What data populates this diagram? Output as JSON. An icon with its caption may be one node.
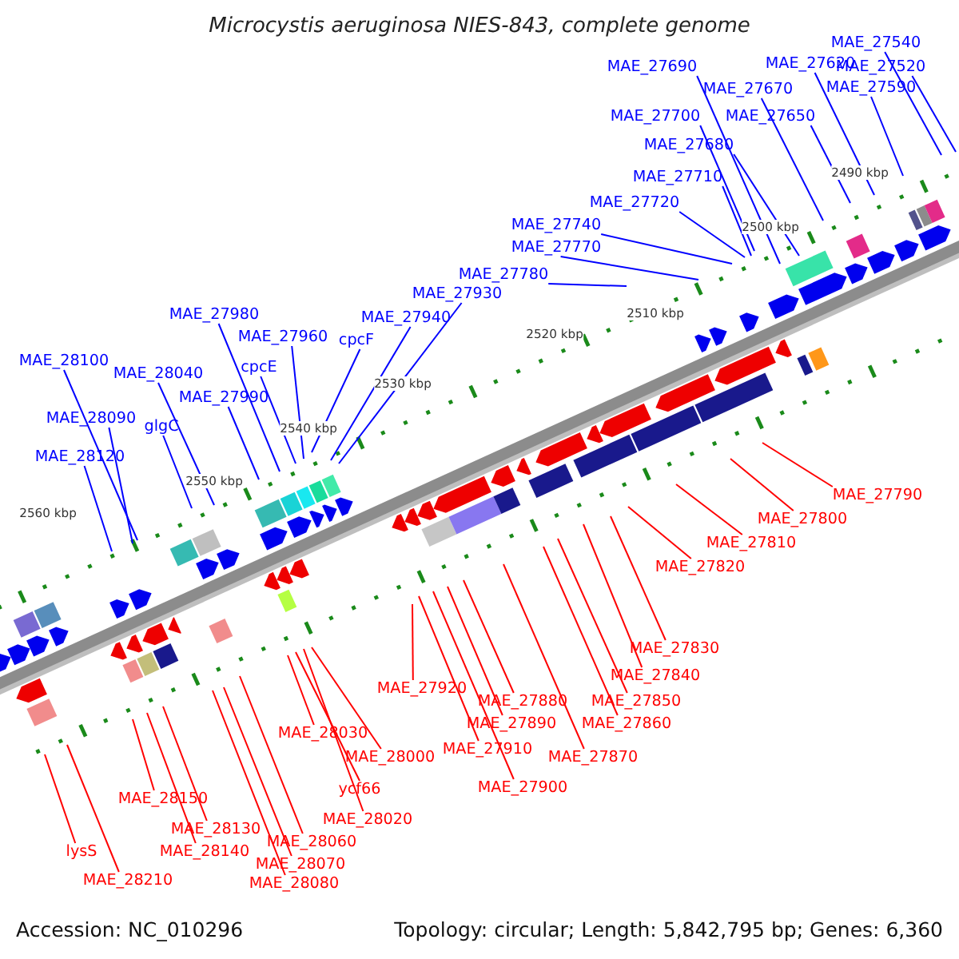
{
  "diagram": {
    "title": "Microcystis aeruginosa NIES-843, complete genome",
    "nodes": [
      {
        "text": [
          "MAE_27540"
        ]
      },
      {
        "text": [
          "MAE_27520"
        ]
      },
      {
        "text": [
          "MAE_27620"
        ]
      },
      {
        "text": [
          "MAE_27590"
        ]
      },
      {
        "text": [
          "MAE_27690"
        ]
      },
      {
        "text": [
          "MAE_27670"
        ]
      },
      {
        "text": [
          "MAE_27650"
        ]
      },
      {
        "text": [
          "MAE_27700"
        ]
      },
      {
        "text": [
          "MAE_27680"
        ]
      },
      {
        "text": [
          "MAE_27710"
        ]
      },
      {
        "text": [
          "MAE_27720"
        ]
      },
      {
        "text": [
          "MAE_27740"
        ]
      },
      {
        "text": [
          "MAE_27770"
        ]
      },
      {
        "text": [
          "MAE_27780"
        ]
      },
      {
        "text": [
          "MAE_27930"
        ]
      },
      {
        "text": [
          "MAE_27940"
        ]
      },
      {
        "text": [
          "cpcF"
        ]
      },
      {
        "text": [
          "MAE_27960"
        ]
      },
      {
        "text": [
          "cpcE"
        ]
      },
      {
        "text": [
          "MAE_27980"
        ]
      },
      {
        "text": [
          "MAE_27990"
        ]
      },
      {
        "text": [
          "MAE_28040"
        ]
      },
      {
        "text": [
          "glgC"
        ]
      },
      {
        "text": [
          "MAE_28100"
        ]
      },
      {
        "text": [
          "MAE_28090"
        ]
      },
      {
        "text": [
          "MAE_28120"
        ]
      },
      {
        "text": [
          "MAE_27790"
        ]
      },
      {
        "text": [
          "MAE_27800"
        ]
      },
      {
        "text": [
          "MAE_27810"
        ]
      },
      {
        "text": [
          "MAE_27820"
        ]
      },
      {
        "text": [
          "MAE_27830"
        ]
      },
      {
        "text": [
          "MAE_27840"
        ]
      },
      {
        "text": [
          "MAE_27850"
        ]
      },
      {
        "text": [
          "MAE_27860"
        ]
      },
      {
        "text": [
          "MAE_27870"
        ]
      },
      {
        "text": [
          "MAE_27880"
        ]
      },
      {
        "text": [
          "MAE_27890"
        ]
      },
      {
        "text": [
          "MAE_27900"
        ]
      },
      {
        "text": [
          "MAE_27910"
        ]
      },
      {
        "text": [
          "MAE_27920"
        ]
      },
      {
        "text": [
          "MAE_28000"
        ]
      },
      {
        "text": [
          "MAE_28030"
        ]
      },
      {
        "text": [
          "ycf66"
        ]
      },
      {
        "text": [
          "MAE_28020"
        ]
      },
      {
        "text": [
          "MAE_28060"
        ]
      },
      {
        "text": [
          "MAE_28070"
        ]
      },
      {
        "text": [
          "MAE_28080"
        ]
      },
      {
        "text": [
          "MAE_28130"
        ]
      },
      {
        "text": [
          "MAE_28140"
        ]
      },
      {
        "text": [
          "MAE_28150"
        ]
      },
      {
        "text": [
          "lysS"
        ]
      },
      {
        "text": [
          "MAE_28210"
        ]
      }
    ],
    "edges": [
      {
        "from": 0,
        "to": null,
        "arrow": "none"
      },
      {
        "from": 1,
        "to": null,
        "arrow": "none"
      },
      {
        "from": 2,
        "to": null,
        "arrow": "none"
      },
      {
        "from": 3,
        "to": null,
        "arrow": "none"
      },
      {
        "from": 4,
        "to": null,
        "arrow": "none"
      },
      {
        "from": 5,
        "to": null,
        "arrow": "none"
      },
      {
        "from": 6,
        "to": null,
        "arrow": "none"
      },
      {
        "from": 7,
        "to": null,
        "arrow": "none"
      },
      {
        "from": 8,
        "to": null,
        "arrow": "none"
      },
      {
        "from": 9,
        "to": null,
        "arrow": "none"
      },
      {
        "from": 10,
        "to": null,
        "arrow": "none"
      },
      {
        "from": 11,
        "to": null,
        "arrow": "none"
      },
      {
        "from": 12,
        "to": null,
        "arrow": "none"
      },
      {
        "from": 13,
        "to": null,
        "arrow": "none"
      },
      {
        "from": 14,
        "to": null,
        "arrow": "none"
      },
      {
        "from": 15,
        "to": null,
        "arrow": "none"
      },
      {
        "from": 16,
        "to": null,
        "arrow": "none"
      },
      {
        "from": 17,
        "to": null,
        "arrow": "none"
      },
      {
        "from": 18,
        "to": null,
        "arrow": "none"
      },
      {
        "from": 19,
        "to": null,
        "arrow": "none"
      },
      {
        "from": 20,
        "to": null,
        "arrow": "none"
      },
      {
        "from": 21,
        "to": null,
        "arrow": "none"
      },
      {
        "from": 22,
        "to": null,
        "arrow": "none"
      },
      {
        "from": 23,
        "to": null,
        "arrow": "none"
      },
      {
        "from": 24,
        "to": null,
        "arrow": "none"
      },
      {
        "from": 25,
        "to": null,
        "arrow": "none"
      },
      {
        "from": 26,
        "to": null,
        "arrow": "none",
        "color": "#ff0000"
      },
      {
        "from": 27,
        "to": null,
        "arrow": "none",
        "color": "#ff0000"
      },
      {
        "from": 28,
        "to": null,
        "arrow": "none",
        "color": "#ff0000"
      },
      {
        "from": 29,
        "to": null,
        "arrow": "none",
        "color": "#ff0000"
      },
      {
        "from": 30,
        "to": null,
        "arrow": "none",
        "color": "#ff0000"
      },
      {
        "from": 31,
        "to": null,
        "arrow": "none",
        "color": "#ff0000"
      },
      {
        "from": 32,
        "to": null,
        "arrow": "none",
        "color": "#ff0000"
      },
      {
        "from": 33,
        "to": null,
        "arrow": "none",
        "color": "#ff0000"
      },
      {
        "from": 34,
        "to": null,
        "arrow": "none",
        "color": "#ff0000"
      },
      {
        "from": 35,
        "to": null,
        "arrow": "none",
        "color": "#ff0000"
      },
      {
        "from": 36,
        "to": null,
        "arrow": "none",
        "color": "#ff0000"
      },
      {
        "from": 37,
        "to": null,
        "arrow": "none",
        "color": "#ff0000"
      },
      {
        "from": 38,
        "to": null,
        "arrow": "none",
        "color": "#ff0000"
      },
      {
        "from": 39,
        "to": null,
        "arrow": "none",
        "color": "#ff0000"
      },
      {
        "from": 40,
        "to": null,
        "arrow": "none",
        "color": "#ff0000"
      },
      {
        "from": 41,
        "to": null,
        "arrow": "none",
        "color": "#ff0000"
      },
      {
        "from": 42,
        "to": null,
        "arrow": "none",
        "color": "#ff0000"
      },
      {
        "from": 43,
        "to": null,
        "arrow": "none",
        "color": "#ff0000"
      },
      {
        "from": 44,
        "to": null,
        "arrow": "none",
        "color": "#ff0000"
      },
      {
        "from": 45,
        "to": null,
        "arrow": "none",
        "color": "#ff0000"
      },
      {
        "from": 46,
        "to": null,
        "arrow": "none",
        "color": "#ff0000"
      },
      {
        "from": 47,
        "to": null,
        "arrow": "none",
        "color": "#ff0000"
      },
      {
        "from": 48,
        "to": null,
        "arrow": "none",
        "color": "#ff0000"
      },
      {
        "from": 49,
        "to": null,
        "arrow": "none",
        "color": "#ff0000"
      },
      {
        "from": 50,
        "to": null,
        "arrow": "none",
        "color": "#ff0000"
      },
      {
        "from": 51,
        "to": null,
        "arrow": "none",
        "color": "#ff0000"
      }
    ],
    "labels": [
      "2490 kbp",
      "2500 kbp",
      "2510 kbp",
      "2520 kbp",
      "2530 kbp",
      "2540 kbp",
      "2550 kbp",
      "2560 kbp",
      "Accession: NC_010296",
      "Topology: circular; Length: 5,842,795 bp; Genes: 6,360"
    ]
  }
}
